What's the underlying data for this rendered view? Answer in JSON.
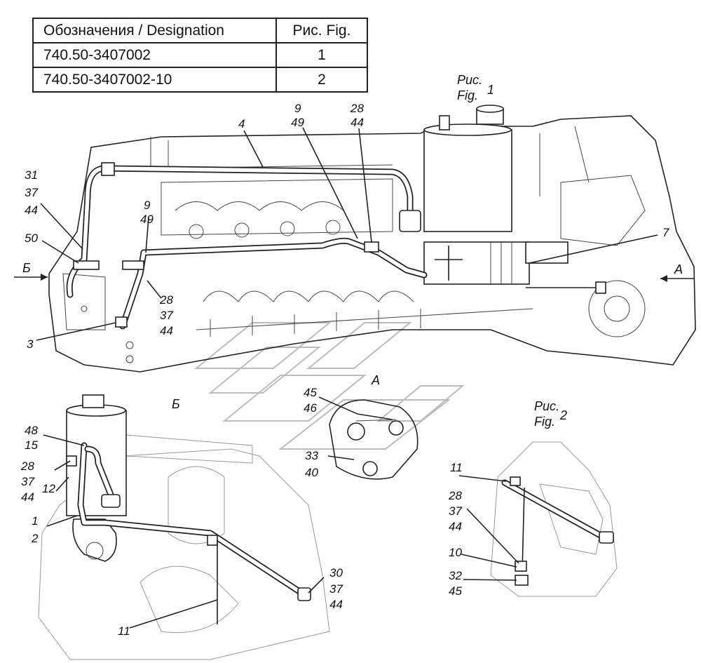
{
  "table": {
    "header": [
      "Обозначения / Designation",
      "Рис. Fig."
    ],
    "rows": [
      [
        "740.50-3407002",
        "1"
      ],
      [
        "740.50-3407002-10",
        "2"
      ]
    ]
  },
  "figures": {
    "fig1": {
      "line1": "Рис.",
      "line2": "Fig.",
      "number": "1"
    },
    "fig2": {
      "line1": "Рис.",
      "line2": "Fig.",
      "number": "2"
    }
  },
  "views": {
    "view_A": "А",
    "view_B": "Б"
  },
  "callouts": {
    "c4": "4",
    "c9_49_top": [
      "9",
      "49"
    ],
    "c28_44_top": [
      "28",
      "44"
    ],
    "c31_37_44": [
      "31",
      "37",
      "44"
    ],
    "c50": "50",
    "c9_49_mid": [
      "9",
      "49"
    ],
    "c7": "7",
    "c28_37_44_mid": [
      "28",
      "37",
      "44"
    ],
    "c3": "3",
    "c45_46": [
      "45",
      "46"
    ],
    "c33_40": [
      "33",
      "40"
    ],
    "c48_15": [
      "48",
      "15"
    ],
    "c28_37_44_left": [
      "28",
      "37",
      "44"
    ],
    "c12": "12",
    "c1_2": [
      "1",
      "2"
    ],
    "c30_37_44": [
      "30",
      "37",
      "44"
    ],
    "c11_b": "11",
    "c11_fig2": "11",
    "c28_37_44_fig2": [
      "28",
      "37",
      "44"
    ],
    "c10": "10",
    "c32_45": [
      "32",
      "45"
    ]
  }
}
